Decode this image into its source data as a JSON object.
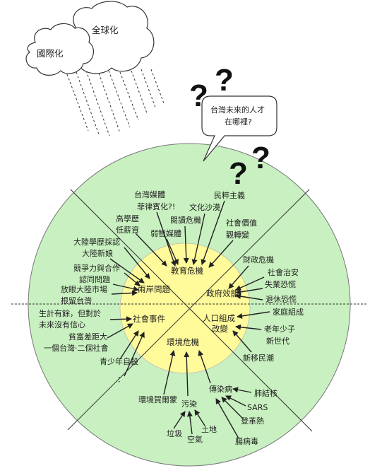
{
  "colors": {
    "outer_circle": "#c8f0c0",
    "inner_circle": "#fffa9a",
    "line": "#222222"
  },
  "clouds": {
    "left": "國際化",
    "right": "全球化"
  },
  "speech_bubble": {
    "line1": "台灣未來的人才",
    "line2": "在哪裡?"
  },
  "question_marks": [
    "?",
    "?",
    "?",
    "?"
  ],
  "core": {
    "education": "教育危機",
    "cross_strait": "兩岸問題",
    "government": "政府效能",
    "social": "社會事件",
    "population": "人口組成",
    "change": "改變",
    "environment": "環境危機"
  },
  "labels": {
    "taiwan_media": "台灣媒體",
    "philippinized": "菲律賓化?!",
    "populism": "民粹主義",
    "culture_desert": "文化沙漠",
    "high_edu": "高學歷",
    "low_pay": "低薪資",
    "reading_crisis": "閱讀危機",
    "weak_media": "弱智媒體",
    "social_values": "社會價值",
    "view_change": "觀轉變",
    "mainland_degree": "大陸學歷採認",
    "mainland_brides": "大陸新娘",
    "fiscal_crisis": "財政危機",
    "competition": "競爭力與合作",
    "identity": "認同問題",
    "public_safety": "社會治安",
    "unemployment": "失業恐慌",
    "open_market": "放眼大陸市場",
    "rooted_taiwan": "根留台灣",
    "retirement": "退休恐慌",
    "family": "家庭組成",
    "livelihood1": "生計有餘，但對於",
    "livelihood2": "未來沒有信心",
    "aging": "老年少子",
    "new_gen": "新世代",
    "wealth_gap": "貧富差距大",
    "one_taiwan": "一個台灣‧二個社會",
    "new_immigrants": "新移民潮",
    "youth_suicide": "青少年自殺",
    "ellipsis": "：",
    "infectious": "傳染病",
    "tuberculosis": "肺結核",
    "kyoto": "環境賀爾蒙",
    "pollution": "污染",
    "sars": "SARS",
    "dengue": "登革熱",
    "soil": "土地",
    "garbage": "垃圾",
    "air": "空氣",
    "enterovirus": "腸病毒"
  }
}
